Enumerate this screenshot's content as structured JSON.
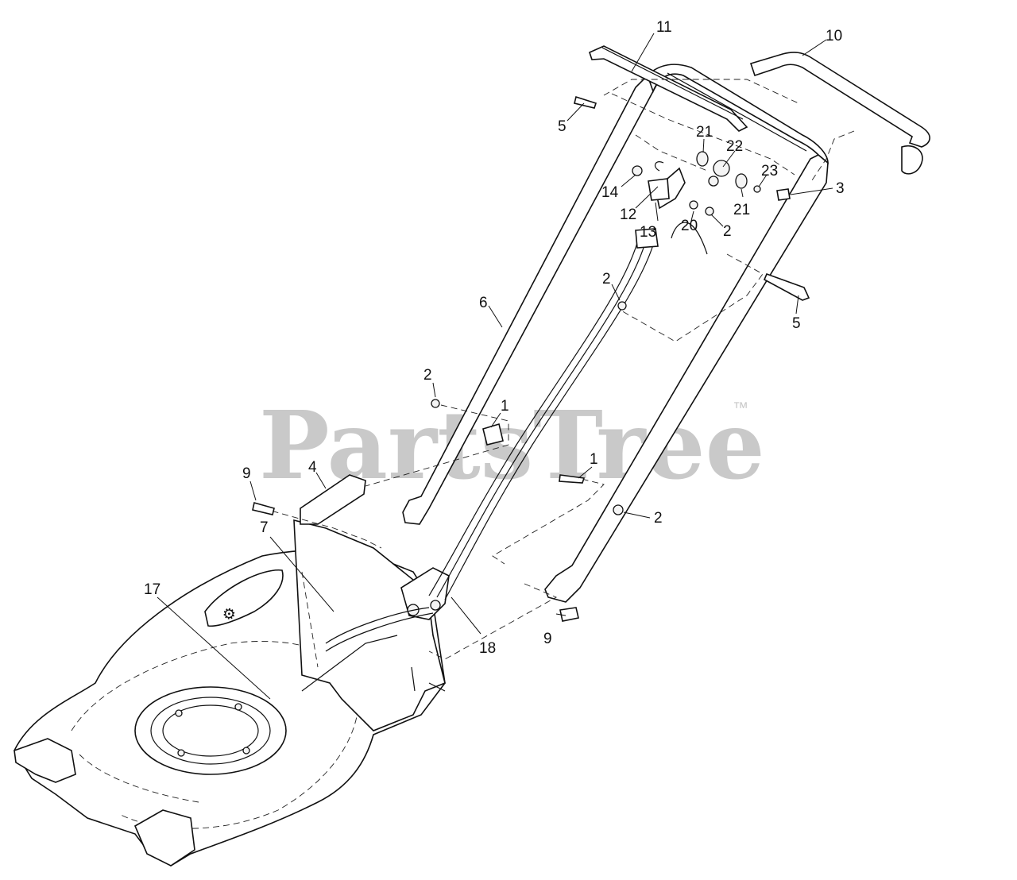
{
  "watermark": {
    "text": "PartsTree",
    "trademark": "™"
  },
  "callouts": [
    {
      "id": "c11",
      "text": "11"
    },
    {
      "id": "c10",
      "text": "10"
    },
    {
      "id": "c5a",
      "text": "5"
    },
    {
      "id": "c21a",
      "text": "21"
    },
    {
      "id": "c22",
      "text": "22"
    },
    {
      "id": "c23",
      "text": "23"
    },
    {
      "id": "c3",
      "text": "3"
    },
    {
      "id": "c14",
      "text": "14"
    },
    {
      "id": "c21b",
      "text": "21"
    },
    {
      "id": "c12",
      "text": "12"
    },
    {
      "id": "c20",
      "text": "20"
    },
    {
      "id": "c2a",
      "text": "2"
    },
    {
      "id": "c13",
      "text": "13"
    },
    {
      "id": "c2b",
      "text": "2"
    },
    {
      "id": "c6",
      "text": "6"
    },
    {
      "id": "c5b",
      "text": "5"
    },
    {
      "id": "c2c",
      "text": "2"
    },
    {
      "id": "c1a",
      "text": "1"
    },
    {
      "id": "c9a",
      "text": "9"
    },
    {
      "id": "c4",
      "text": "4"
    },
    {
      "id": "c1b",
      "text": "1"
    },
    {
      "id": "c2d",
      "text": "2"
    },
    {
      "id": "c7",
      "text": "7"
    },
    {
      "id": "c17",
      "text": "17"
    },
    {
      "id": "c18",
      "text": "18"
    },
    {
      "id": "c9b",
      "text": "9"
    }
  ]
}
